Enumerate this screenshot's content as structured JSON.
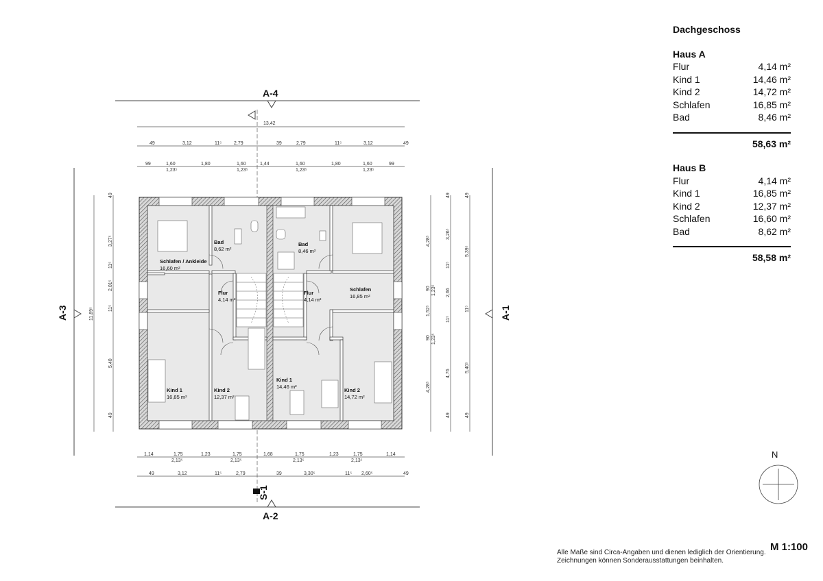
{
  "legend": {
    "title": "Dachgeschoss",
    "houses": [
      {
        "name": "Haus A",
        "rooms": [
          {
            "label": "Flur",
            "area": "4,14 m²"
          },
          {
            "label": "Kind 1",
            "area": "14,46 m²"
          },
          {
            "label": "Kind 2",
            "area": "14,72 m²"
          },
          {
            "label": "Schlafen",
            "area": "16,85 m²"
          },
          {
            "label": "Bad",
            "area": "8,46 m²"
          }
        ],
        "total": "58,63 m²"
      },
      {
        "name": "Haus B",
        "rooms": [
          {
            "label": "Flur",
            "area": "4,14 m²"
          },
          {
            "label": "Kind 1",
            "area": "16,85 m²"
          },
          {
            "label": "Kind 2",
            "area": "12,37 m²"
          },
          {
            "label": "Schlafen",
            "area": "16,60 m²"
          },
          {
            "label": "Bad",
            "area": "8,62 m²"
          }
        ],
        "total": "58,58 m²"
      }
    ]
  },
  "scale": "M 1:100",
  "notes": [
    "Alle Maße sind Circa-Angaben und dienen lediglich der Orientierung.",
    "Zeichnungen können Sonderausstattungen beinhalten."
  ],
  "north": "N",
  "sections": {
    "top": "A-4",
    "bottom": "A-2",
    "left": "A-3",
    "right": "A-1",
    "cut": "S-1"
  },
  "rooms": {
    "b_schlafen": {
      "name": "Schlafen / Ankleide",
      "area": "16,60 m²"
    },
    "b_bad": {
      "name": "Bad",
      "area": "8,62 m²"
    },
    "b_flur": {
      "name": "Flur",
      "area": "4,14 m²"
    },
    "b_kind1": {
      "name": "Kind 1",
      "area": "16,85 m²"
    },
    "b_kind2": {
      "name": "Kind 2",
      "area": "12,37 m²"
    },
    "a_bad": {
      "name": "Bad",
      "area": "8,46 m²"
    },
    "a_flur": {
      "name": "Flur",
      "area": "4,14 m²"
    },
    "a_schlafen": {
      "name": "Schlafen",
      "area": "16,85 m²"
    },
    "a_kind1": {
      "name": "Kind 1",
      "area": "14,46 m²"
    },
    "a_kind2": {
      "name": "Kind 2",
      "area": "14,72 m²"
    }
  },
  "dimensions": {
    "top_total": [
      "13,42"
    ],
    "top_walls": [
      "49",
      "3,12",
      "11⁵",
      "2,79",
      "39",
      "2,79",
      "11⁵",
      "3,12",
      "49"
    ],
    "top_openings": [
      "99",
      "1,60",
      "1,23⁵",
      "1,80",
      "1,60",
      "1,23⁵",
      "1,44",
      "1,60",
      "1,23⁵",
      "1,80",
      "1,60",
      "1,23⁵",
      "99"
    ],
    "bottom_openings": [
      "1,14",
      "1,75",
      "2,13⁵",
      "1,23",
      "1,75",
      "2,13⁵",
      "1,68",
      "1,75",
      "2,13⁵",
      "1,23",
      "1,75",
      "2,13⁵",
      "1,14"
    ],
    "bottom_walls": [
      "49",
      "3,12",
      "11⁵",
      "2,79",
      "39",
      "3,30⁵",
      "11⁵",
      "2,60⁵",
      "49"
    ],
    "left_total": [
      "11,89⁵"
    ],
    "left_walls": [
      "49",
      "3,27⁵",
      "11⁵",
      "2,01⁵",
      "11⁵",
      "5,40",
      "49"
    ],
    "right_openings": [
      "4,28⁵",
      "90",
      "1,23⁵",
      "1,52⁵",
      "90",
      "1,23⁵",
      "4,28⁵"
    ],
    "right_walls": [
      "49",
      "3,26⁵",
      "11⁵",
      "2,66",
      "11⁵",
      "4,76",
      "49"
    ],
    "right_outer": [
      "49",
      "5,39⁵",
      "11⁵",
      "5,40⁵",
      "49"
    ]
  }
}
